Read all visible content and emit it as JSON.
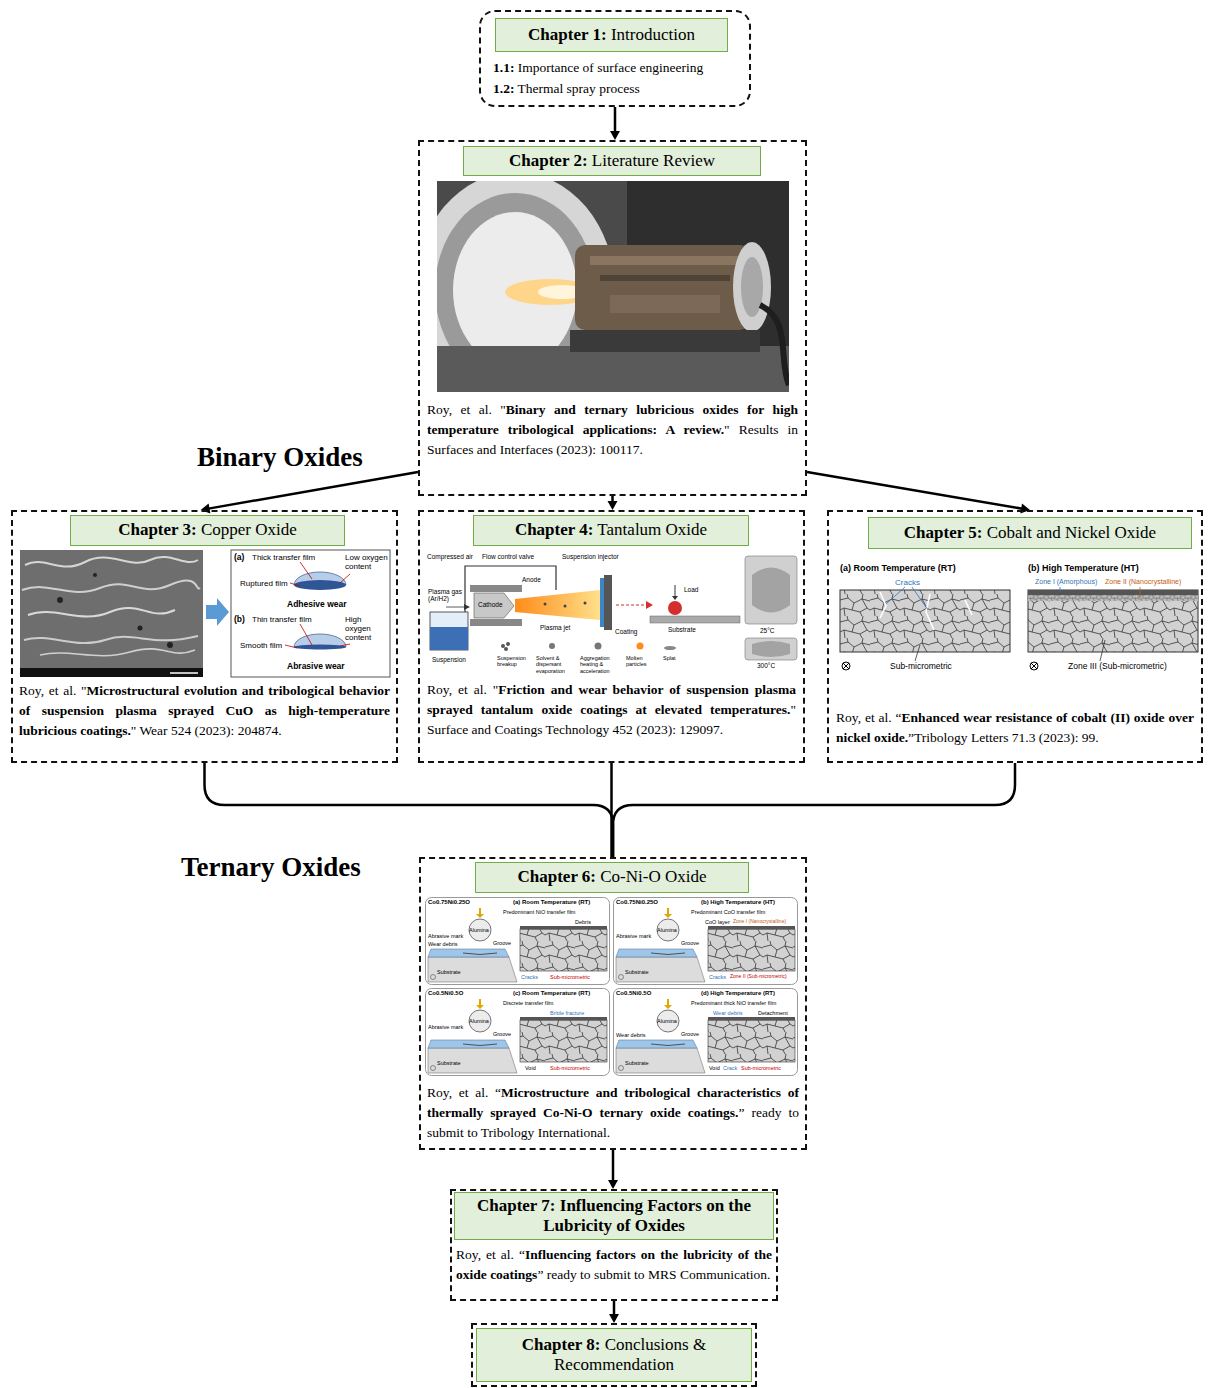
{
  "diagram": {
    "nodes": [
      {
        "text": [
          "1.1: Importance of surface engineering",
          "1.2: Thermal spray process"
        ]
      },
      {
        "text": [
          "Chapter 1: Introduction"
        ],
        "in": 0
      },
      {
        "text": [
          "Roy, et al. \"Binary and ternary lubricious oxides for high temperature tribological applications: A review.\" Results in Surfaces and Interfaces (2023): 100117."
        ]
      },
      {
        "text": [
          "Chapter 2: Literature Review"
        ],
        "in": 2
      },
      {
        "text": [
          "Roy, et al. \"Microstructural evolution and tribological behavior of suspension plasma sprayed CuO as high-temperature lubricious coatings.\" Wear 524 (2023): 204874."
        ]
      },
      {
        "text": [
          "Chapter 3: Copper Oxide"
        ],
        "in": 4
      },
      {
        "text": [
          "Roy, et al. \"Friction and wear behavior of suspension plasma sprayed tantalum oxide coatings at elevated temperatures.\" Surface and Coatings Technology 452 (2023): 129097."
        ]
      },
      {
        "text": [
          "Chapter 4: Tantalum Oxide"
        ],
        "in": 6
      },
      {
        "text": [
          "Roy, et al. “Enhanced wear resistance of cobalt (II) oxide over nickel oxide.”Tribology Letters 71.3 (2023): 99."
        ]
      },
      {
        "text": [
          "Chapter 5: Cobalt and Nickel Oxide"
        ],
        "in": 8
      },
      {
        "text": [
          "Roy, et al. “Microstructure and tribological characteristics of thermally sprayed Co-Ni-O ternary oxide coatings.” ready to submit to Tribology International."
        ]
      },
      {
        "text": [
          "Chapter 6: Co-Ni-O Oxide"
        ],
        "in": 10
      },
      {
        "text": [
          "Roy, et al. “Influencing factors on the lubricity of the oxide coatings” ready to submit to MRS Communication."
        ]
      },
      {
        "text": [
          "Chapter 7: Influencing Factors on the Lubricity of Oxides"
        ],
        "in": 12
      },
      {
        "text": [
          "Chapter 8: Conclusions & Recommendation"
        ]
      }
    ],
    "edges": [
      {
        "from": 0,
        "to": 2,
        "arrow": "to"
      },
      {
        "from": 2,
        "to": 4,
        "arrow": "to"
      },
      {
        "from": 2,
        "to": 6,
        "arrow": "to"
      },
      {
        "from": 2,
        "to": 8,
        "arrow": "to"
      },
      {
        "from": 4,
        "to": 10,
        "arrow": "none"
      },
      {
        "from": 6,
        "to": 10,
        "arrow": "none"
      },
      {
        "from": 8,
        "to": 10,
        "arrow": "none"
      },
      {
        "from": 10,
        "to": 12,
        "arrow": "to"
      },
      {
        "from": 12,
        "to": 14,
        "arrow": "to"
      }
    ],
    "labels": [
      "Binary Oxides",
      "Ternary Oxides",
      "(a)",
      "Thick transfer film",
      "Low oxygen content",
      "Ruptured film",
      "Adhesive wear",
      "(b)",
      "Thin transfer film",
      "High oxygen content",
      "Smooth film",
      "Abrasive wear",
      "Compressed air",
      "Flow control valve",
      "Suspension injector",
      "Plasma gas (Ar/H2)",
      "Cathode",
      "Anode",
      "Plasma jet",
      "Coating",
      "Load",
      "Substrate",
      "Suspension",
      "Suspension breakup",
      "Solvent & dispersant evaporation",
      "Aggregation heating & acceleration",
      "Molten particles",
      "Splat",
      "25°C",
      "300°C",
      "(a) Room Temperature (RT)",
      "(b) High Temperature (HT)",
      "Cracks",
      "Zone I (Amorphous)",
      "Zone II (Nanocrystalline)",
      "Sub-micrometric",
      "Zone III (Sub-micrometric)",
      "Co0.75Ni0.25O",
      "(a) Room Temperature (RT)",
      "Predominant NiO transfer film",
      "Alumina",
      "Debris",
      "Abrasive mark",
      "Wear debris",
      "Groove",
      "Cracks",
      "Sub-micrometric",
      "Substrate",
      "Co0.75Ni0.25O",
      "(b) High Temperature (HT)",
      "Predominant CoO transfer film",
      "CoO layer",
      "Zone I (Nanocrystalline)",
      "Alumina",
      "Abrasive mark",
      "Groove",
      "Cracks",
      "Zone II (Sub-micrometric)",
      "Substrate",
      "Co0.5Ni0.5O",
      "(c) Room Temperature (RT)",
      "Discrete transfer film",
      "Brittle fracture",
      "Alumina",
      "Abrasive mark",
      "Groove",
      "Void",
      "Sub-micrometric",
      "Substrate",
      "Co0.5Ni0.5O",
      "(d) High Temperature (RT)",
      "Predominant thick NiO transfer film",
      "Wear debris",
      "Detachment",
      "Alumina",
      "Wear debris",
      "Groove",
      "Void",
      "Crack",
      "Sub-micrometric",
      "Substrate"
    ]
  }
}
